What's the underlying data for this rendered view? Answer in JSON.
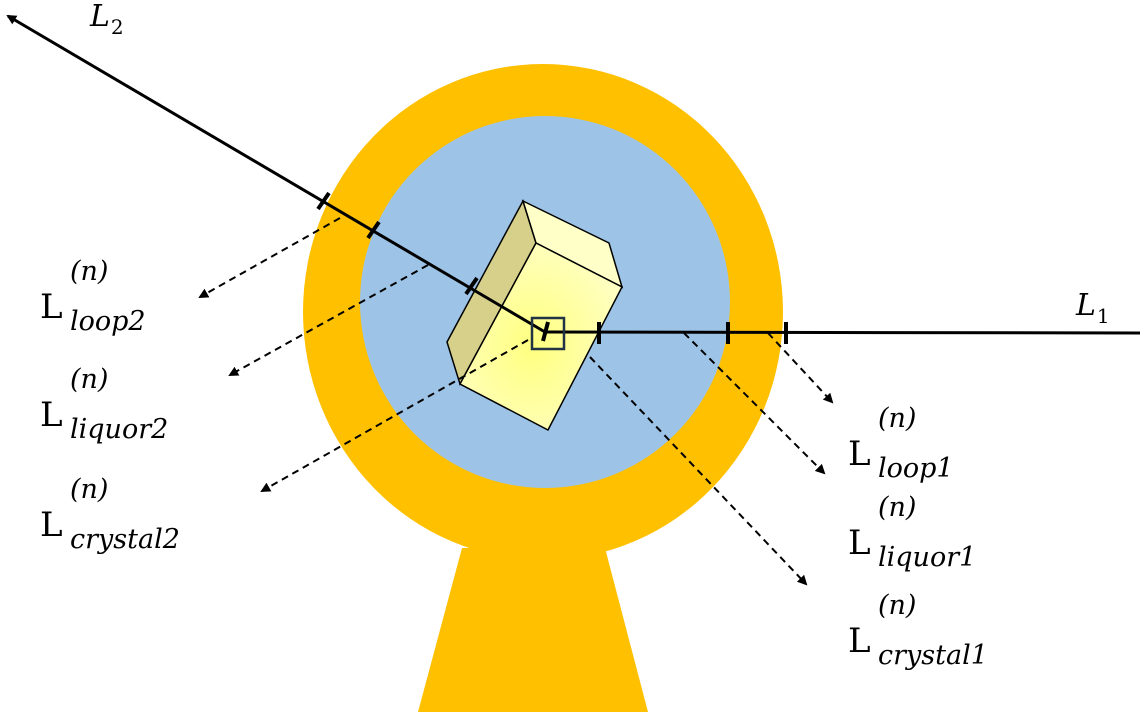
{
  "colors": {
    "loop": "#FFC000",
    "liquor": "#9DC3E6",
    "crystal_front": "#FFFFB0",
    "crystal_side": "#D6D08A",
    "crystal_top": "#FFFFC8",
    "line": "#000000"
  },
  "beams": {
    "l1": {
      "letter": "L",
      "index": "1"
    },
    "l2": {
      "letter": "L",
      "index": "2"
    }
  },
  "paths": [
    {
      "id": "loop2",
      "main": "L",
      "superscript": "(n)",
      "subscript": "loop2"
    },
    {
      "id": "liquor2",
      "main": "L",
      "superscript": "(n)",
      "subscript": "liquor2"
    },
    {
      "id": "crystal2",
      "main": "L",
      "superscript": "(n)",
      "subscript": "crystal2"
    },
    {
      "id": "loop1",
      "main": "L",
      "superscript": "(n)",
      "subscript": "loop1"
    },
    {
      "id": "liquor1",
      "main": "L",
      "superscript": "(n)",
      "subscript": "liquor1"
    },
    {
      "id": "crystal1",
      "main": "L",
      "superscript": "(n)",
      "subscript": "crystal1"
    }
  ]
}
